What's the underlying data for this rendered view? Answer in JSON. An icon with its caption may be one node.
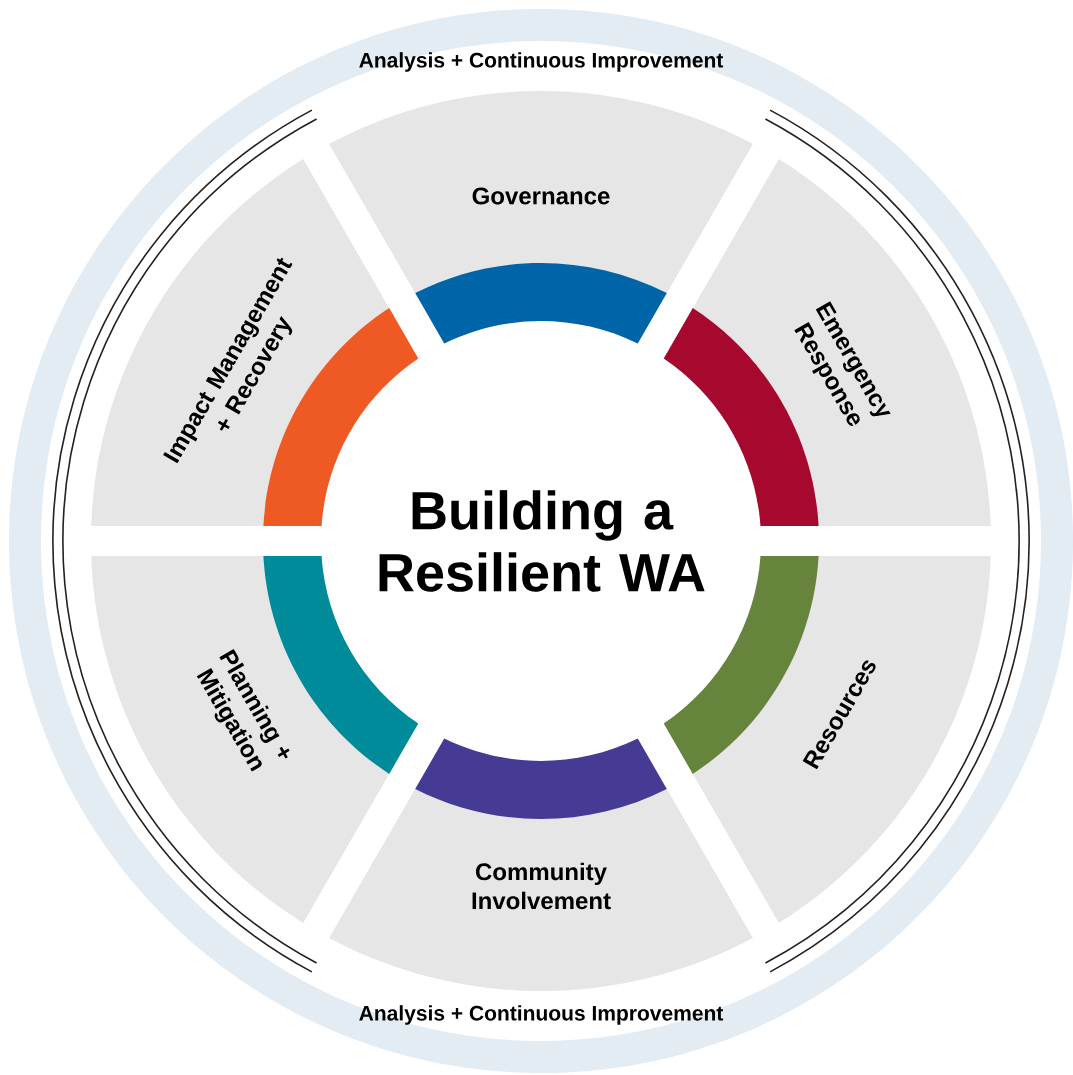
{
  "diagram": {
    "nodes": [
      {
        "text": [
          "Building a Resilient WA"
        ]
      },
      {
        "text": [
          "Governance"
        ]
      },
      {
        "text": [
          "Emergency Response"
        ]
      },
      {
        "text": [
          "Resources"
        ]
      },
      {
        "text": [
          "Community Involvement"
        ]
      },
      {
        "text": [
          "Planning + Mitigation"
        ]
      },
      {
        "text": [
          "Impact Management + Recovery"
        ]
      }
    ],
    "labels": [
      "Analysis + Continuous Improvement",
      "Analysis + Continuous Improvement"
    ]
  }
}
